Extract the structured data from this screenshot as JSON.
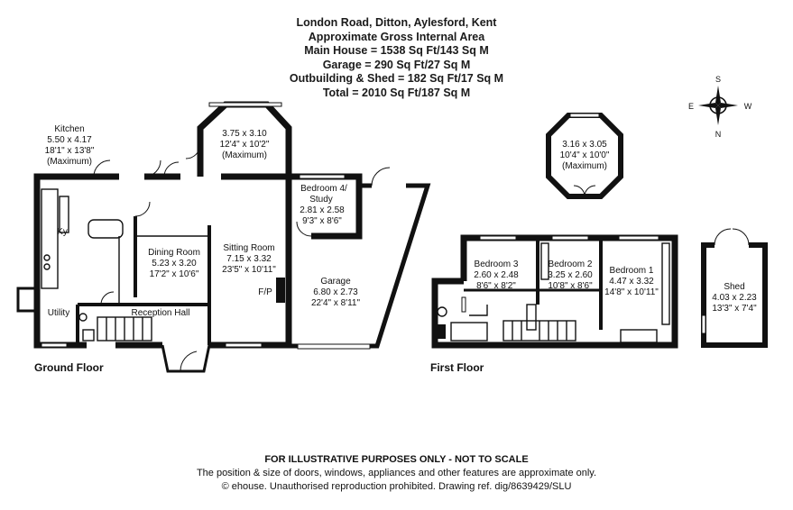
{
  "header": {
    "address": "London Road, Ditton, Aylesford, Kent",
    "subtitle": "Approximate Gross Internal Area",
    "main_house": "Main House = 1538 Sq Ft/143 Sq M",
    "garage": "Garage = 290 Sq Ft/27 Sq M",
    "outbuilding": "Outbuilding & Shed = 182 Sq Ft/17 Sq M",
    "total": "Total = 2010 Sq Ft/187 Sq M"
  },
  "compass": {
    "s": "S",
    "e": "E",
    "w": "W",
    "n": "N"
  },
  "floors": {
    "ground": "Ground Floor",
    "first": "First Floor"
  },
  "rooms": {
    "kitchen": {
      "name": "Kitchen",
      "metric": "5.50 x 4.17",
      "imperial": "18'1\" x 13'8\"",
      "note": "(Maximum)"
    },
    "conservatory": {
      "metric": "3.75 x 3.10",
      "imperial": "12'4\" x 10'2\"",
      "note": "(Maximum)"
    },
    "bedroom4": {
      "name1": "Bedroom 4/",
      "name2": "Study",
      "metric": "2.81 x 2.58",
      "imperial": "9'3\" x 8'6\""
    },
    "dining": {
      "name": "Dining Room",
      "metric": "5.23 x 3.20",
      "imperial": "17'2\" x 10'6\""
    },
    "sitting": {
      "name": "Sitting Room",
      "metric": "7.15 x 3.32",
      "imperial": "23'5\" x 10'11\""
    },
    "garage": {
      "name": "Garage",
      "metric": "6.80 x 2.73",
      "imperial": "22'4\" x 8'11\""
    },
    "utility": {
      "name": "Utility"
    },
    "reception": {
      "name": "Reception Hall"
    },
    "fp": "F/P",
    "ky": "Ky",
    "outbuilding": {
      "metric": "3.16 x 3.05",
      "imperial": "10'4\" x 10'0\"",
      "note": "(Maximum)"
    },
    "bedroom3": {
      "name": "Bedroom 3",
      "metric": "2.60 x 2.48",
      "imperial": "8'6\" x 8'2\""
    },
    "bedroom2": {
      "name": "Bedroom 2",
      "metric": "3.25 x 2.60",
      "imperial": "10'8\" x 8'6\""
    },
    "bedroom1": {
      "name": "Bedroom 1",
      "metric": "4.47 x 3.32",
      "imperial": "14'8\" x 10'11\""
    },
    "shed": {
      "name": "Shed",
      "metric": "4.03 x 2.23",
      "imperial": "13'3\" x 7'4\""
    }
  },
  "footer": {
    "line1": "FOR ILLUSTRATIVE PURPOSES ONLY - NOT TO SCALE",
    "line2": "The position & size of doors, windows, appliances and other features are approximate only.",
    "line3": "© ehouse. Unauthorised reproduction prohibited. Drawing ref. dig/8639429/SLU"
  }
}
